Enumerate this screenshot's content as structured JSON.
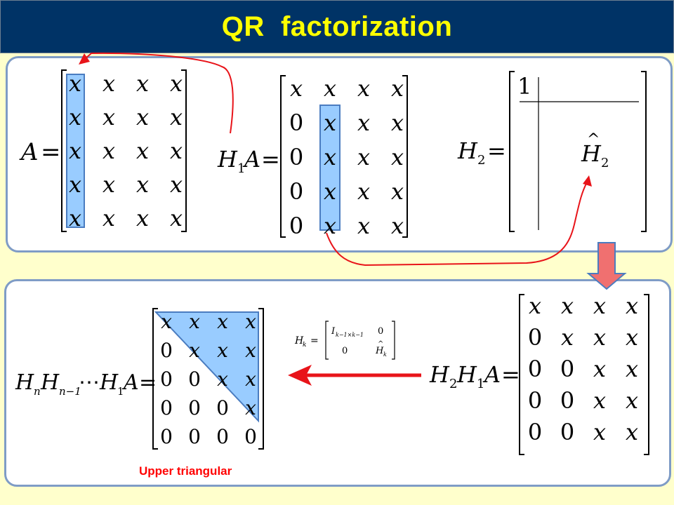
{
  "title": "QR  factorization",
  "caption": "Upper triangular",
  "colors": {
    "title_bg": "#003366",
    "title_text": "#ffff00",
    "slide_bg": "#ffffcc",
    "panel_border": "#7f9cc6",
    "highlight_fill": "#99ccff",
    "highlight_stroke": "#4a7cc0",
    "arrow_red": "#e8141a",
    "down_arrow_fill": "#f07070"
  },
  "labels": {
    "A": "A",
    "H": "H",
    "sub1": "1",
    "sub2": "2",
    "subn": "n",
    "subn1": "n−1",
    "subk": "k",
    "subI": "k−1×k−1",
    "hat": "^",
    "I": "I",
    "eq": "=",
    "dots": "⋯"
  },
  "matrices": {
    "A": [
      [
        "x",
        "x",
        "x",
        "x"
      ],
      [
        "x",
        "x",
        "x",
        "x"
      ],
      [
        "x",
        "x",
        "x",
        "x"
      ],
      [
        "x",
        "x",
        "x",
        "x"
      ],
      [
        "x",
        "x",
        "x",
        "x"
      ]
    ],
    "H1A": [
      [
        "x",
        "x",
        "x",
        "x"
      ],
      [
        "0",
        "x",
        "x",
        "x"
      ],
      [
        "0",
        "x",
        "x",
        "x"
      ],
      [
        "0",
        "x",
        "x",
        "x"
      ],
      [
        "0",
        "x",
        "x",
        "x"
      ]
    ],
    "H2H1A": [
      [
        "x",
        "x",
        "x",
        "x"
      ],
      [
        "0",
        "x",
        "x",
        "x"
      ],
      [
        "0",
        "0",
        "x",
        "x"
      ],
      [
        "0",
        "0",
        "x",
        "x"
      ],
      [
        "0",
        "0",
        "x",
        "x"
      ]
    ],
    "R": [
      [
        "x",
        "x",
        "x",
        "x"
      ],
      [
        "0",
        "x",
        "x",
        "x"
      ],
      [
        "0",
        "0",
        "x",
        "x"
      ],
      [
        "0",
        "0",
        "0",
        "x"
      ],
      [
        "0",
        "0",
        "0",
        "0"
      ]
    ],
    "H2": {
      "corner": "1"
    },
    "Hk": {
      "top_right": "0",
      "bottom_left": "0"
    }
  }
}
